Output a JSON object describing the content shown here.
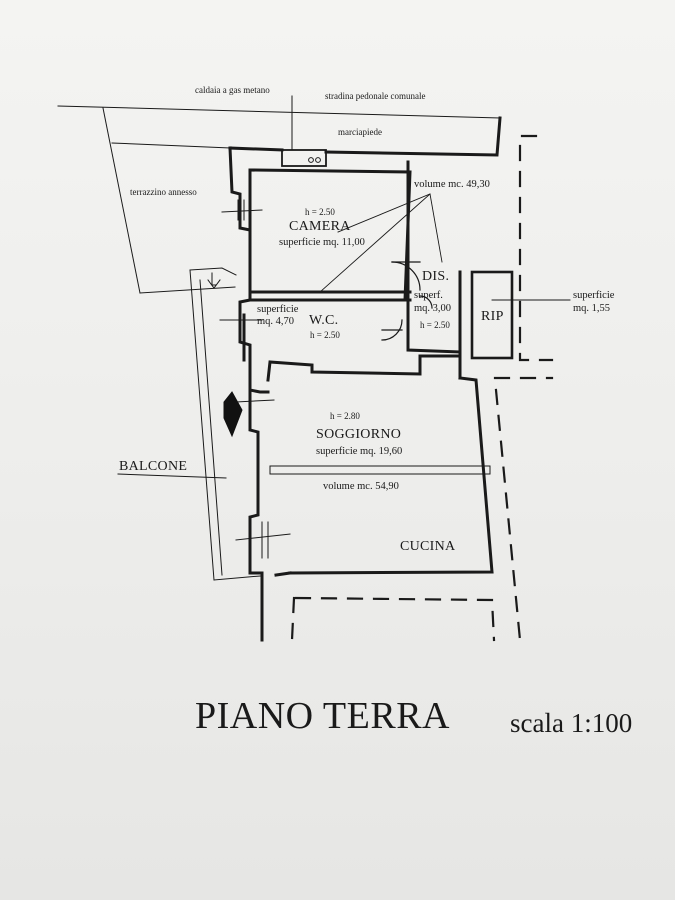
{
  "labels": {
    "caldaia": "caldaia a gas metano",
    "stradina": "stradina pedonale comunale",
    "marciapiede": "marciapiede",
    "terrazzino": "terrazzino annesso",
    "volume_top": "volume mc. 49,30",
    "camera_h": "h = 2.50",
    "camera": "CAMERA",
    "camera_sup": "superficie mq. 11,00",
    "dis": "DIS.",
    "dis_sup1": "superf.",
    "dis_sup2": "mq. 3,00",
    "dis_h": "h = 2.50",
    "rip": "RIP",
    "rip_sup1": "superficie",
    "rip_sup2": "mq. 1,55",
    "wc_sup1": "superficie",
    "wc_sup2": "mq. 4,70",
    "wc": "W.C.",
    "wc_h": "h = 2.50",
    "sogg_h": "h = 2.80",
    "soggiorno": "SOGGIORNO",
    "sogg_sup": "superficie mq. 19,60",
    "balcone": "BALCONE",
    "volume_bottom": "volume mc. 54,90",
    "cucina": "CUCINA"
  },
  "title": {
    "main": "PIANO TERRA",
    "scale": "scala 1:100"
  }
}
